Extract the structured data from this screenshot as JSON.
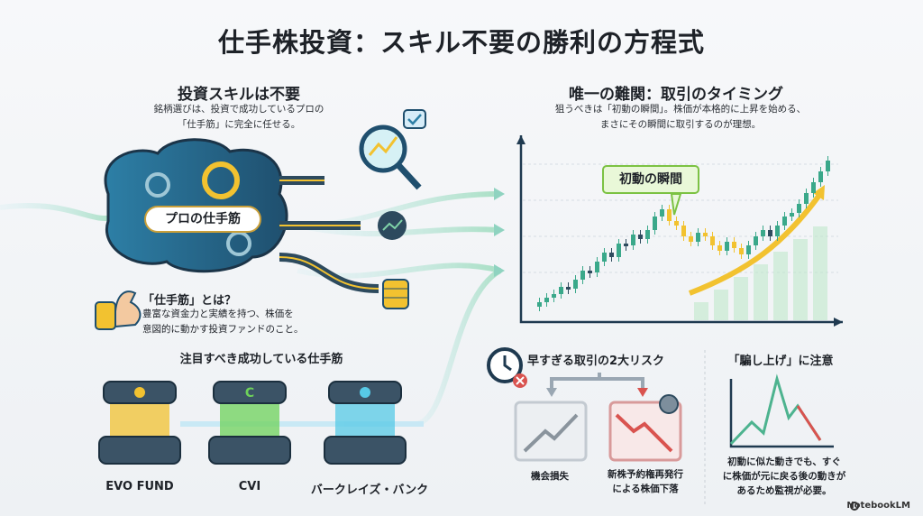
{
  "title": "仕手株投資：スキル不要の勝利の方程式",
  "left": {
    "heading": "投資スキルは不要",
    "subtitle_lines": [
      "銘柄選びは、投資で成功しているプロの",
      "「仕手筋」に完全に任せる。"
    ],
    "brain_label": "プロの仕手筋",
    "definition_heading": "「仕手筋」とは？",
    "definition_lines": [
      "豊富な資金力と実績を持つ、株価を",
      "意図的に動かす投資ファンドのこと。"
    ],
    "funds_heading": "注目すべき成功している仕手筋",
    "funds": [
      {
        "name": "EVO FUND",
        "color": "#f2c230"
      },
      {
        "name": "CVI",
        "color": "#6ed25a"
      },
      {
        "name": "バークレイズ・バンク",
        "color": "#57c9e6"
      }
    ]
  },
  "right": {
    "heading": "唯一の難関：取引のタイミング",
    "subtitle_lines": [
      "狙うべきは「初動の瞬間」。株価が本格的に上昇を始める、",
      "まさにその瞬間に取引するのが理想。"
    ],
    "callout": "初動の瞬間",
    "risk_heading": "早すぎる取引の2大リスク",
    "risks": [
      {
        "label_lines": [
          "機会損失"
        ]
      },
      {
        "label_lines": [
          "新株予約権再発行",
          "による株価下落"
        ]
      }
    ],
    "fake_heading": "「騙し上げ」に注意",
    "fake_lines": [
      "初動に似た動きでも、すぐ",
      "に株価が元に戻る後の動きが",
      "あるため監視が必要。"
    ]
  },
  "branding": "NotebookLM",
  "colors": {
    "up": "#3aa88a",
    "down": "#2f4b5e",
    "highlight": "#f2c230",
    "accent_green": "#7cc243",
    "risk_red": "#d9534f"
  }
}
